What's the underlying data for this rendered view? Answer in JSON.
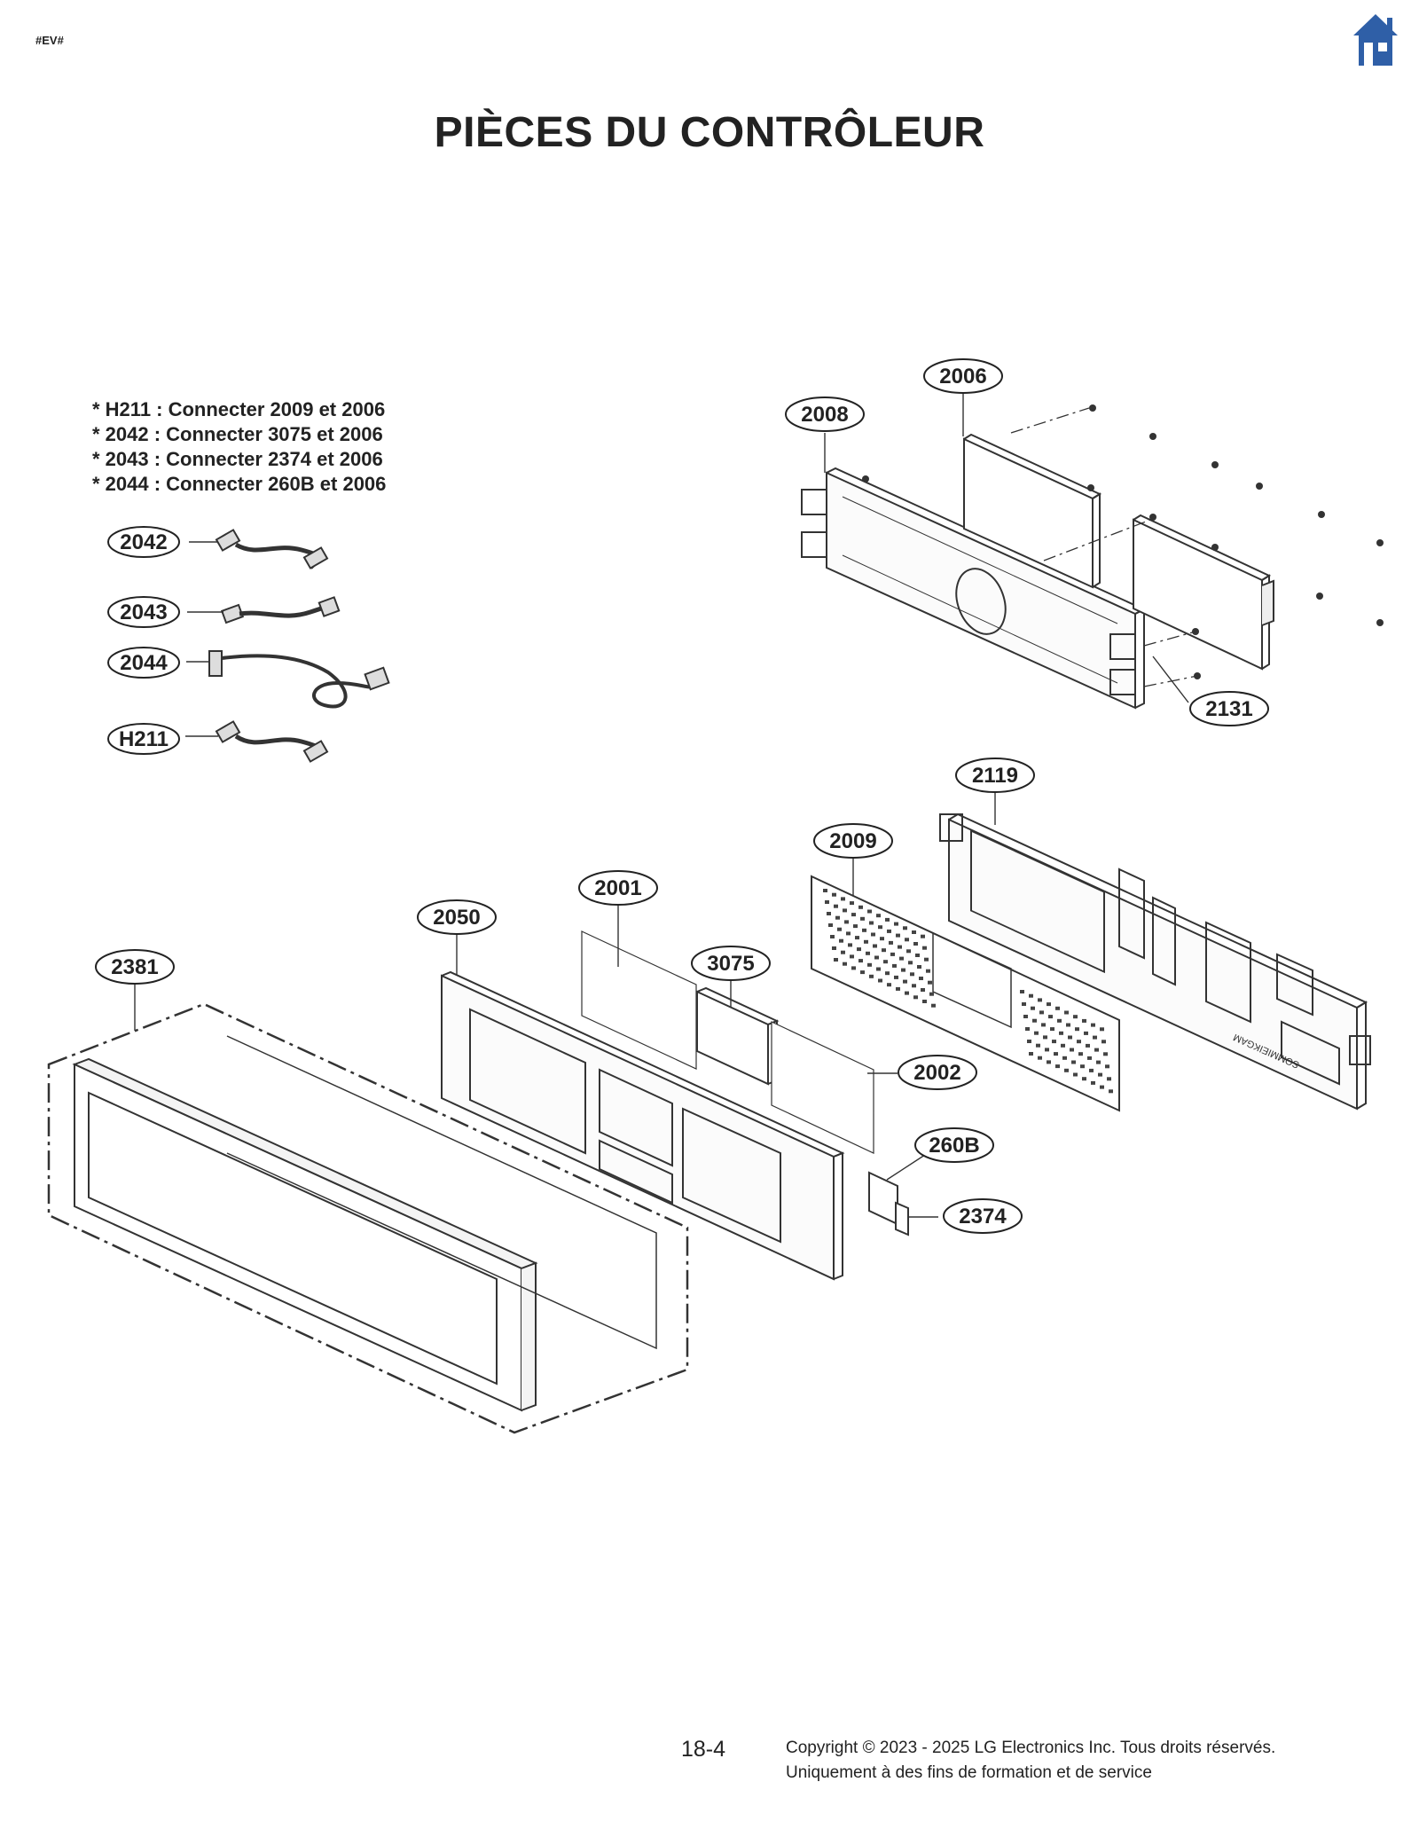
{
  "header": {
    "tag": "#EV#",
    "title": "PIÈCES DU CONTRÔLEUR",
    "home_icon": "home-icon",
    "home_color": "#2f5fa7"
  },
  "notes": [
    "* H211 : Connecter 2009 et 2006",
    "* 2042 : Connecter 3075 et 2006",
    "* 2043 : Connecter 2374 et 2006",
    "* 2044 : Connecter 260B et 2006"
  ],
  "callouts": {
    "c2006": "2006",
    "c2008": "2008",
    "c2131": "2131",
    "c2042": "2042",
    "c2043": "2043",
    "c2044": "2044",
    "cH211": "H211",
    "c2119": "2119",
    "c2009": "2009",
    "c2001": "2001",
    "c2050": "2050",
    "c3075": "3075",
    "c2381": "2381",
    "c2002": "2002",
    "c260B": "260B",
    "c2374": "2374"
  },
  "board_marking": "SOMMIEIKGAM",
  "footer": {
    "page": "18-4",
    "copyright": "Copyright © 2023 - 2025 LG Electronics Inc. Tous droits réservés.",
    "notice": "Uniquement à des fins de formation et de service"
  }
}
